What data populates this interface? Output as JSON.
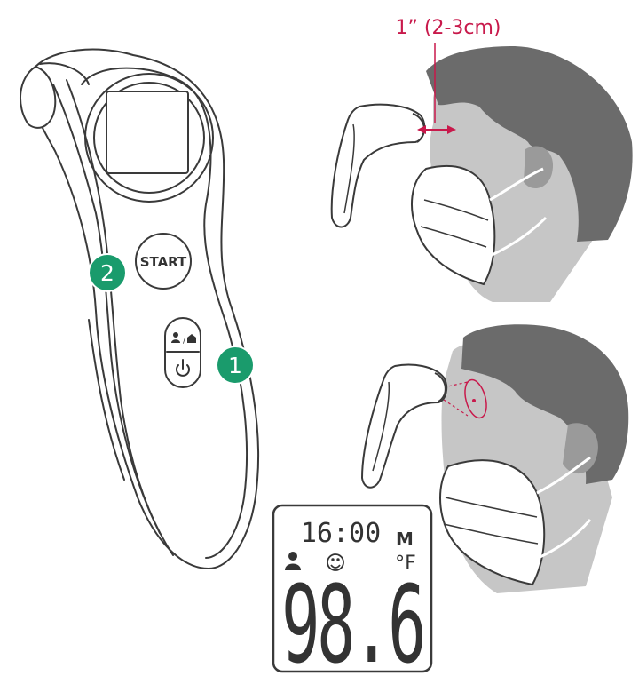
{
  "thermometer": {
    "start_label": "START",
    "mode_label": "👤/🏠",
    "power_label": "⏻",
    "mode_icon": "person-home-icon",
    "power_icon": "power-icon"
  },
  "badges": [
    {
      "number": "1",
      "points_to": "mode-power-button"
    },
    {
      "number": "2",
      "points_to": "start-button"
    }
  ],
  "measurement": {
    "distance_label": "1” (2-3cm)"
  },
  "lcd": {
    "time": "16:00",
    "memory_label": "M",
    "unit_label": "°F",
    "temperature": "98.6",
    "person_icon": "person-icon",
    "mood_icon": "smiley-face-icon"
  },
  "colors": {
    "badge_green": "#1a9b6c",
    "accent_red": "#c8194b",
    "hair_gray": "#6b6b6b",
    "skin_gray": "#c6c6c6",
    "outline": "#3a3a3a"
  }
}
